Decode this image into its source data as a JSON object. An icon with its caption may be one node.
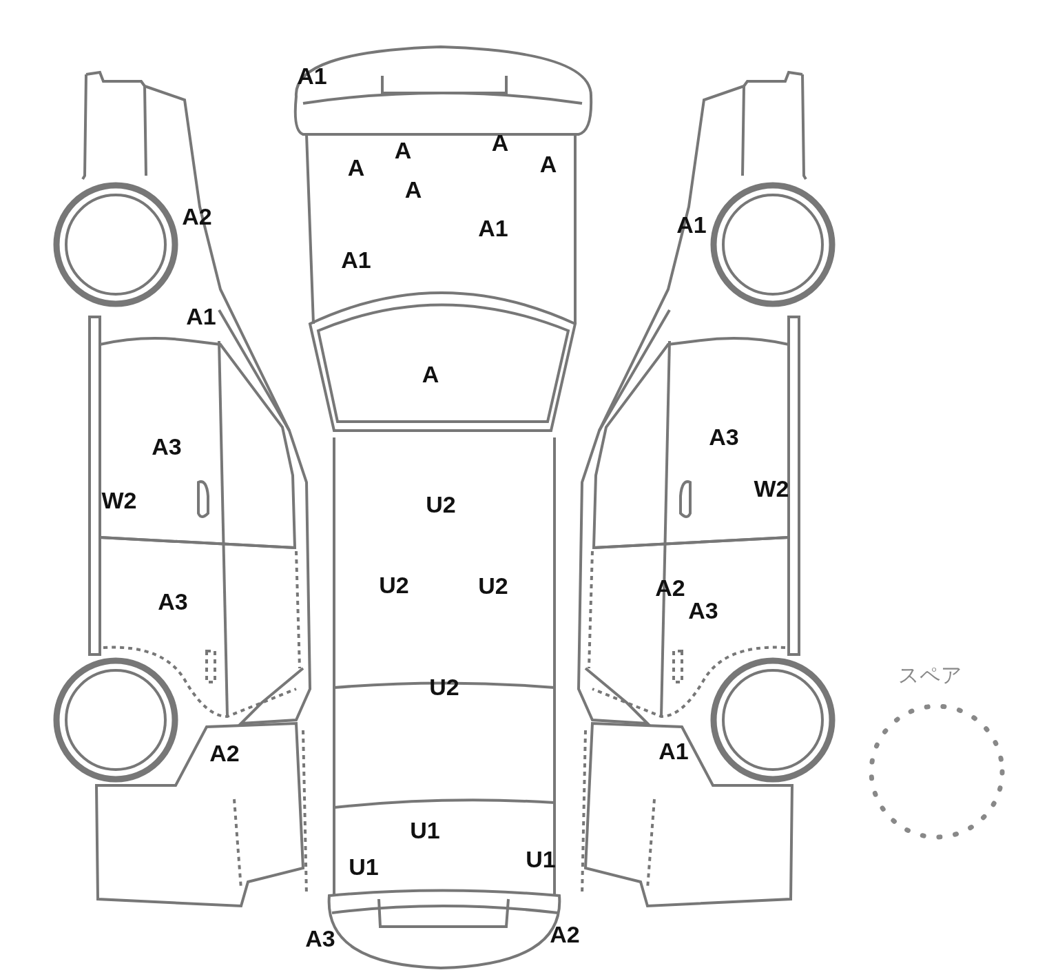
{
  "diagram": {
    "labels": [
      "A1",
      "A",
      "A",
      "A",
      "A",
      "A",
      "A2",
      "A1",
      "A1",
      "A1",
      "A1",
      "A",
      "A3",
      "A3",
      "W2",
      "W2",
      "U2",
      "U2",
      "U2",
      "A2",
      "A3",
      "A3",
      "スペア",
      "U2",
      "A1",
      "A2",
      "U1",
      "U1",
      "U1",
      "A3",
      "A2"
    ]
  }
}
